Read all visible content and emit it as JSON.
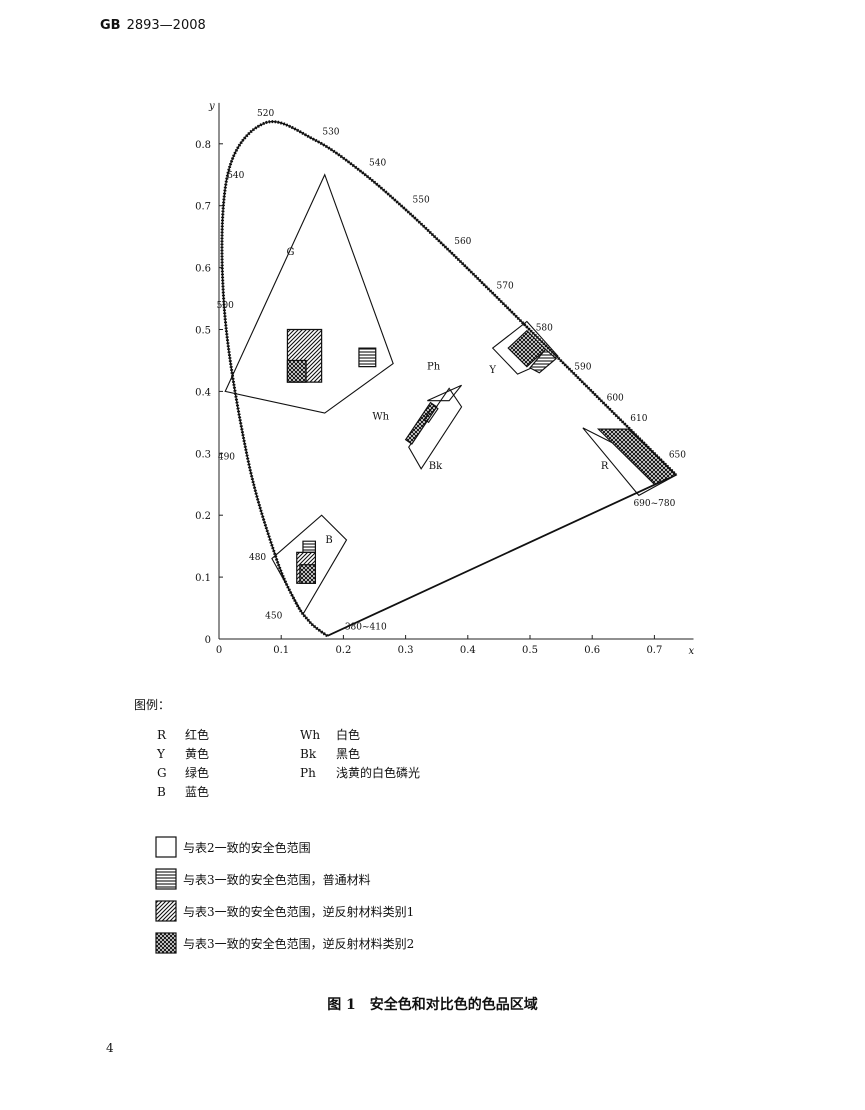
{
  "header": {
    "standard_prefix": "GB",
    "standard_number": "2893—2008"
  },
  "chart_data": {
    "type": "scatter",
    "title": "",
    "xlabel": "x",
    "ylabel": "y",
    "xlim": [
      0,
      0.75
    ],
    "ylim": [
      0,
      0.85
    ],
    "x_ticks": [
      "0",
      "0.1",
      "0.2",
      "0.3",
      "0.4",
      "0.5",
      "0.6",
      "0.7"
    ],
    "y_ticks": [
      "0",
      "0.1",
      "0.2",
      "0.3",
      "0.4",
      "0.5",
      "0.6",
      "0.7",
      "0.8"
    ],
    "spectral_locus": [
      [
        0.1741,
        0.005
      ],
      [
        0.1566,
        0.0177
      ],
      [
        0.144,
        0.0297
      ],
      [
        0.1241,
        0.0578
      ],
      [
        0.0913,
        0.1327
      ],
      [
        0.0454,
        0.295
      ],
      [
        0.0082,
        0.5384
      ],
      [
        0.0139,
        0.7502
      ],
      [
        0.0743,
        0.8338
      ],
      [
        0.1547,
        0.8059
      ],
      [
        0.2296,
        0.7543
      ],
      [
        0.3016,
        0.6923
      ],
      [
        0.3731,
        0.6245
      ],
      [
        0.4441,
        0.5547
      ],
      [
        0.5125,
        0.4866
      ],
      [
        0.5752,
        0.4242
      ],
      [
        0.627,
        0.3725
      ],
      [
        0.6658,
        0.334
      ],
      [
        0.6915,
        0.3083
      ],
      [
        0.7347,
        0.2653
      ]
    ],
    "wavelength_labels": [
      {
        "text": "520",
        "x": 0.075,
        "y": 0.845
      },
      {
        "text": "530",
        "x": 0.18,
        "y": 0.815
      },
      {
        "text": "540",
        "x": 0.255,
        "y": 0.765
      },
      {
        "text": "540",
        "x": 0.027,
        "y": 0.745
      },
      {
        "text": "550",
        "x": 0.325,
        "y": 0.705
      },
      {
        "text": "560",
        "x": 0.392,
        "y": 0.638
      },
      {
        "text": "570",
        "x": 0.46,
        "y": 0.566
      },
      {
        "text": "580",
        "x": 0.523,
        "y": 0.498
      },
      {
        "text": "590",
        "x": 0.585,
        "y": 0.435
      },
      {
        "text": "600",
        "x": 0.637,
        "y": 0.385
      },
      {
        "text": "610",
        "x": 0.675,
        "y": 0.352
      },
      {
        "text": "650",
        "x": 0.737,
        "y": 0.293
      },
      {
        "text": "690~780",
        "x": 0.7,
        "y": 0.215
      },
      {
        "text": "500",
        "x": 0.01,
        "y": 0.535
      },
      {
        "text": "490",
        "x": 0.012,
        "y": 0.29
      },
      {
        "text": "480",
        "x": 0.062,
        "y": 0.128
      },
      {
        "text": "450",
        "x": 0.088,
        "y": 0.033
      },
      {
        "text": "380~410",
        "x": 0.236,
        "y": 0.015
      }
    ],
    "regions": [
      {
        "name": "G",
        "pattern": "outline",
        "points": [
          [
            0.01,
            0.4
          ],
          [
            0.17,
            0.75
          ],
          [
            0.28,
            0.445
          ],
          [
            0.17,
            0.365
          ]
        ]
      },
      {
        "name": "G",
        "pattern": "diag-dense",
        "points": [
          [
            0.11,
            0.415
          ],
          [
            0.165,
            0.415
          ],
          [
            0.165,
            0.5
          ],
          [
            0.11,
            0.5
          ]
        ]
      },
      {
        "name": "G",
        "pattern": "crosshatch",
        "points": [
          [
            0.11,
            0.415
          ],
          [
            0.14,
            0.415
          ],
          [
            0.14,
            0.45
          ],
          [
            0.11,
            0.45
          ]
        ]
      },
      {
        "name": "G",
        "pattern": "hlines",
        "points": [
          [
            0.225,
            0.44
          ],
          [
            0.252,
            0.44
          ],
          [
            0.252,
            0.47
          ],
          [
            0.225,
            0.47
          ]
        ]
      },
      {
        "name": "Y",
        "pattern": "outline",
        "points": [
          [
            0.44,
            0.47
          ],
          [
            0.495,
            0.513
          ],
          [
            0.545,
            0.457
          ],
          [
            0.48,
            0.428
          ]
        ]
      },
      {
        "name": "Y",
        "pattern": "crosshatch",
        "points": [
          [
            0.465,
            0.47
          ],
          [
            0.495,
            0.498
          ],
          [
            0.525,
            0.468
          ],
          [
            0.495,
            0.44
          ]
        ]
      },
      {
        "name": "Y",
        "pattern": "hlines",
        "points": [
          [
            0.5,
            0.438
          ],
          [
            0.525,
            0.468
          ],
          [
            0.542,
            0.453
          ],
          [
            0.515,
            0.43
          ]
        ]
      },
      {
        "name": "R",
        "pattern": "outline",
        "points": [
          [
            0.585,
            0.341
          ],
          [
            0.735,
            0.265
          ],
          [
            0.675,
            0.232
          ]
        ]
      },
      {
        "name": "R",
        "pattern": "crosshatch",
        "points": [
          [
            0.61,
            0.339
          ],
          [
            0.658,
            0.339
          ],
          [
            0.735,
            0.265
          ],
          [
            0.7,
            0.25
          ]
        ]
      },
      {
        "name": "B",
        "pattern": "outline",
        "points": [
          [
            0.085,
            0.13
          ],
          [
            0.165,
            0.2
          ],
          [
            0.205,
            0.16
          ],
          [
            0.135,
            0.04
          ]
        ]
      },
      {
        "name": "B",
        "pattern": "hlines",
        "points": [
          [
            0.135,
            0.14
          ],
          [
            0.155,
            0.14
          ],
          [
            0.155,
            0.158
          ],
          [
            0.135,
            0.158
          ]
        ]
      },
      {
        "name": "B",
        "pattern": "diag-dense",
        "points": [
          [
            0.125,
            0.09
          ],
          [
            0.155,
            0.09
          ],
          [
            0.155,
            0.14
          ],
          [
            0.125,
            0.14
          ]
        ]
      },
      {
        "name": "B",
        "pattern": "crosshatch",
        "points": [
          [
            0.13,
            0.09
          ],
          [
            0.155,
            0.09
          ],
          [
            0.155,
            0.12
          ],
          [
            0.13,
            0.12
          ]
        ]
      },
      {
        "name": "Wh",
        "pattern": "outline",
        "points": [
          [
            0.305,
            0.31
          ],
          [
            0.325,
            0.275
          ],
          [
            0.39,
            0.375
          ],
          [
            0.37,
            0.405
          ]
        ]
      },
      {
        "name": "Wh",
        "pattern": "crosshatch",
        "points": [
          [
            0.3,
            0.322
          ],
          [
            0.31,
            0.315
          ],
          [
            0.35,
            0.375
          ],
          [
            0.34,
            0.382
          ]
        ]
      },
      {
        "name": "Wh",
        "pattern": "outline",
        "points": [
          [
            0.33,
            0.355
          ],
          [
            0.337,
            0.35
          ],
          [
            0.352,
            0.372
          ],
          [
            0.345,
            0.377
          ]
        ]
      },
      {
        "name": "Ph",
        "pattern": "outline",
        "points": [
          [
            0.335,
            0.385
          ],
          [
            0.39,
            0.41
          ],
          [
            0.37,
            0.385
          ]
        ]
      }
    ],
    "region_labels": [
      {
        "text": "G",
        "x": 0.115,
        "y": 0.62
      },
      {
        "text": "Y",
        "x": 0.44,
        "y": 0.43
      },
      {
        "text": "R",
        "x": 0.62,
        "y": 0.275
      },
      {
        "text": "B",
        "x": 0.177,
        "y": 0.155
      },
      {
        "text": "Ph",
        "x": 0.345,
        "y": 0.435
      },
      {
        "text": "Wh",
        "x": 0.26,
        "y": 0.355
      },
      {
        "text": "Bk",
        "x": 0.348,
        "y": 0.275
      }
    ]
  },
  "legend": {
    "title": "图例：",
    "abbreviations_left": [
      {
        "code": "R",
        "meaning": "红色"
      },
      {
        "code": "Y",
        "meaning": "黄色"
      },
      {
        "code": "G",
        "meaning": "绿色"
      },
      {
        "code": "B",
        "meaning": "蓝色"
      }
    ],
    "abbreviations_right": [
      {
        "code": "Wh",
        "meaning": "白色"
      },
      {
        "code": "Bk",
        "meaning": "黑色"
      },
      {
        "code": "Ph",
        "meaning": "浅黄的白色磷光"
      }
    ],
    "fill_items": [
      {
        "pattern": "outline",
        "label": "与表2一致的安全色范围"
      },
      {
        "pattern": "hlines",
        "label": "与表3一致的安全色范围，普通材料"
      },
      {
        "pattern": "diag-dense",
        "label": "与表3一致的安全色范围，逆反射材料类别1"
      },
      {
        "pattern": "crosshatch",
        "label": "与表3一致的安全色范围，逆反射材料类别2"
      }
    ]
  },
  "caption": "图 1　安全色和对比色的色品区域",
  "page_number": "4"
}
